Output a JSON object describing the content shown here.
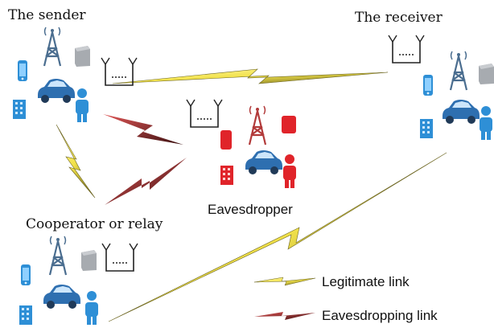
{
  "labels": {
    "sender": "The sender",
    "receiver": "The receiver",
    "cooperator": "Cooperator or relay",
    "eavesdropper": "Eavesdropper"
  },
  "legend": {
    "legitimate": "Legitimate link",
    "eavesdropping": "Eavesdropping link"
  },
  "colors": {
    "legitimate_fill": "#f2e24a",
    "eavesdropping_fill": "#c42a2a",
    "node_blue": "#2e8fd6",
    "node_red": "#e0242a",
    "node_gray": "#9a9ea4"
  },
  "icons": [
    "phone-icon",
    "tower-icon",
    "router-icon",
    "antenna-icon",
    "building-icon",
    "car-icon",
    "person-icon"
  ]
}
